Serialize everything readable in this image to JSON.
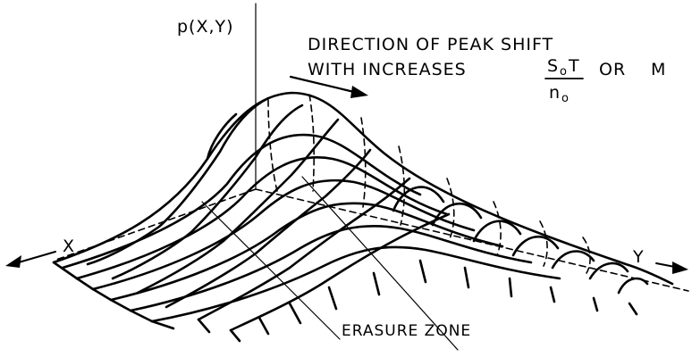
{
  "axes": {
    "z_label": "p(X,Y)",
    "x_label": "X",
    "y_label": "Y"
  },
  "annotation": {
    "line1": "DIRECTION OF PEAK SHIFT",
    "line2_prefix": "WITH INCREASES",
    "frac_num_base": "S",
    "frac_num_sub": "o",
    "frac_num_tail": "T",
    "frac_den_base": "n",
    "frac_den_sub": "o",
    "line2_suffix": "OR",
    "line2_var": "M"
  },
  "callout": {
    "erasure": "ERASURE ZONE"
  }
}
